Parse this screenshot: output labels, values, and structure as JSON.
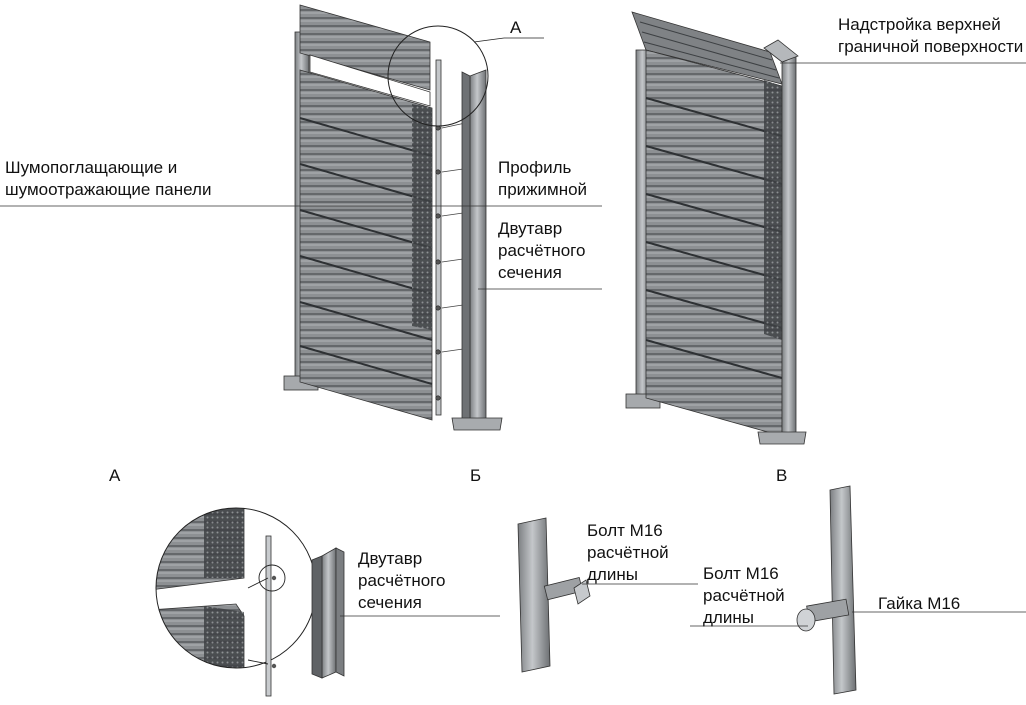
{
  "labels": {
    "panels": [
      "Шумопоглащающие и",
      "шумоотражающие панели"
    ],
    "profile": [
      "Профиль",
      "прижимной"
    ],
    "beam_top": [
      "Двутавр",
      "расчётного",
      "сечения"
    ],
    "top_extension": [
      "Надстройка верхней",
      "граничной поверхности"
    ],
    "beam_detail": [
      "Двутавр",
      "расчётного",
      "сечения"
    ],
    "bolt_b": [
      "Болт М16",
      "расчётной",
      "длины"
    ],
    "bolt_v": [
      "Болт М16",
      "расчётной",
      "длины"
    ],
    "nut": "Гайка М16"
  },
  "letters": {
    "callout_a": "А",
    "detail_a": "А",
    "detail_b": "Б",
    "detail_v": "В"
  },
  "colors": {
    "panel": "#8a8d90",
    "panel_dark": "#55585b",
    "panel_light": "#b9bcbf",
    "post": "#9a9da0",
    "line": "#222222"
  }
}
